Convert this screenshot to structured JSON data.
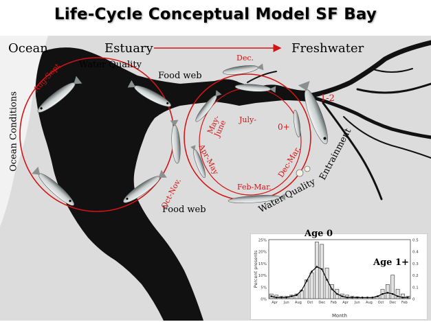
{
  "title": "Life-Cycle Conceptual Model SF Bay",
  "top_labels": {
    "ocean": "Ocean",
    "estuary": "Estuary",
    "freshwater": "Freshwater"
  },
  "cycle_labels": {
    "water_quality_top": "Water Quality",
    "food_web_top": "Food web",
    "food_web_bottom": "Food web",
    "ocean_conditions": "Ocean Conditions",
    "water_quality_bottom": "Water Quality",
    "entrainment": "Entrainment"
  },
  "stage_labels": {
    "aug_sept": "Aug-Sept",
    "oct_nov": "Oct-Nov.",
    "may_june": "May-\nJune",
    "apr_may": "Apr-May",
    "dec_top": "Dec.",
    "july": "July-",
    "one_two": "1-2",
    "zero_plus": "0+",
    "dec_mar": "Dec-Mar.",
    "feb_mar": "Feb-Mar."
  },
  "colors": {
    "cycle_red": "#d21414",
    "water_black": "#111111",
    "land_gray": "#dcdcdc"
  },
  "inset": {
    "age0_label": "Age 0",
    "age1_label": "Age 1+",
    "chart_data": {
      "type": "bar",
      "xlabel": "Month",
      "ylabel": "Percent presents",
      "y_ticks_left": [
        "0%",
        "5%",
        "10%",
        "15%",
        "20%",
        "25%"
      ],
      "y_ticks_right": [
        "0",
        "0.1",
        "0.2",
        "0.3",
        "0.4",
        "0.5"
      ],
      "x_tick_labels": [
        "Apr",
        "Jun",
        "Aug",
        "Oct",
        "Dec",
        "Feb",
        "Apr",
        "Jun",
        "Aug",
        "Oct",
        "Dec",
        "Feb"
      ],
      "ylim": [
        0,
        25
      ],
      "y2lim": [
        0,
        0.5
      ],
      "values": [
        2,
        1.5,
        1,
        1,
        1.5,
        2,
        3.5,
        8,
        11,
        24,
        23,
        13,
        6,
        4,
        2,
        1.5,
        1,
        0.8,
        0.5,
        0.5,
        0.5,
        1,
        4,
        6,
        10,
        4,
        2,
        1
      ],
      "line_values": [
        0.02,
        0.01,
        0.01,
        0.01,
        0.02,
        0.03,
        0.07,
        0.15,
        0.23,
        0.27,
        0.25,
        0.16,
        0.08,
        0.04,
        0.02,
        0.01,
        0.01,
        0.01,
        0.01,
        0.01,
        0.01,
        0.02,
        0.04,
        0.05,
        0.04,
        0.02,
        0.01,
        0.01
      ]
    }
  }
}
